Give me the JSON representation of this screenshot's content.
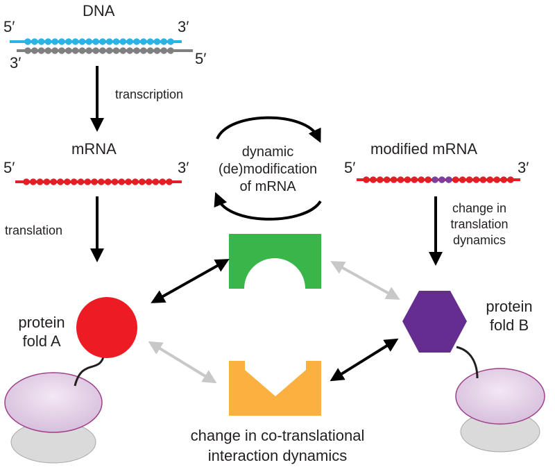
{
  "dna": {
    "title": "DNA",
    "top_left": "5′",
    "top_right": "3′",
    "bottom_left": "3′",
    "bottom_right": "5′",
    "top_color": "#2bb3e6",
    "bottom_color": "#808080"
  },
  "steps": {
    "transcription": "transcription",
    "translation": "translation",
    "change_translation": [
      "change in",
      "translation",
      "dynamics"
    ]
  },
  "mrna": {
    "title": "mRNA",
    "left_end": "5′",
    "right_end": "3′",
    "color": "#e31e24"
  },
  "modified_mrna": {
    "title": "modified mRNA",
    "left_end": "5′",
    "right_end": "3′",
    "color": "#e31e24",
    "modification_color": "#7b3fa0"
  },
  "cycle": {
    "lines": [
      "dynamic",
      "(de)modification",
      "of mRNA"
    ]
  },
  "fold_a": {
    "lines": [
      "protein",
      "fold A"
    ],
    "color": "#ed1c24"
  },
  "fold_b": {
    "lines": [
      "protein",
      "fold B"
    ],
    "color": "#662d91"
  },
  "interactors": {
    "green_color": "#39b54a",
    "orange_color": "#fbb040"
  },
  "ribosome": {
    "large_color": "#dcc4e0",
    "small_color": "#dadada",
    "outline_color": "#9e3f8b"
  },
  "bottom_caption": [
    "change in co-translational",
    "interaction dynamics"
  ],
  "arrow_colors": {
    "dark": "#000000",
    "light": "#c8c8c8"
  }
}
